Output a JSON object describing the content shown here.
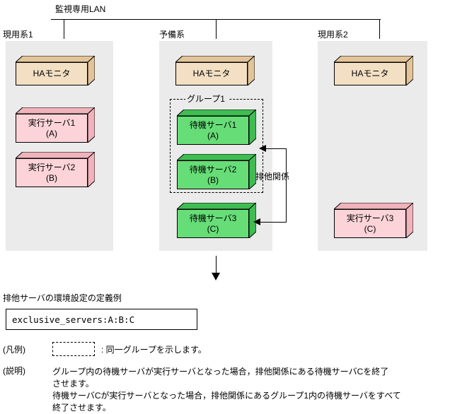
{
  "diagram": {
    "top_network_label": "監視専用LAN",
    "columns": [
      {
        "title": "現用系1"
      },
      {
        "title": "予備系"
      },
      {
        "title": "現用系2"
      }
    ],
    "group_label": "グループ1",
    "exclusive_label": "排他関係",
    "boxes": {
      "ha1": {
        "line1": "HAモニタ",
        "line2": ""
      },
      "ha2": {
        "line1": "HAモニタ",
        "line2": ""
      },
      "ha3": {
        "line1": "HAモニタ",
        "line2": ""
      },
      "active1": {
        "line1": "実行サーバ1",
        "line2": "(A)"
      },
      "active2": {
        "line1": "実行サーバ2",
        "line2": "(B)"
      },
      "active3": {
        "line1": "実行サーバ3",
        "line2": "(C)"
      },
      "standby1": {
        "line1": "待機サーバ1",
        "line2": "(A)"
      },
      "standby2": {
        "line1": "待機サーバ2",
        "line2": "(B)"
      },
      "standby3": {
        "line1": "待機サーバ3",
        "line2": "(C)"
      }
    }
  },
  "config": {
    "caption": "排他サーバの環境設定の定義例",
    "code": "exclusive_servers:A:B:C"
  },
  "legend": {
    "title": "(凡例)",
    "text": ": 同一グループを示します。"
  },
  "explanation": {
    "title": "(説明)",
    "lines": [
      "グループ内の待機サーバが実行サーバとなった場合，排他関係にある待機サーバCを終了",
      "させます。",
      "待機サーバCが実行サーバとなった場合，排他関係にあるグループ1内の待機サーバをすべて",
      "終了させます。"
    ]
  }
}
